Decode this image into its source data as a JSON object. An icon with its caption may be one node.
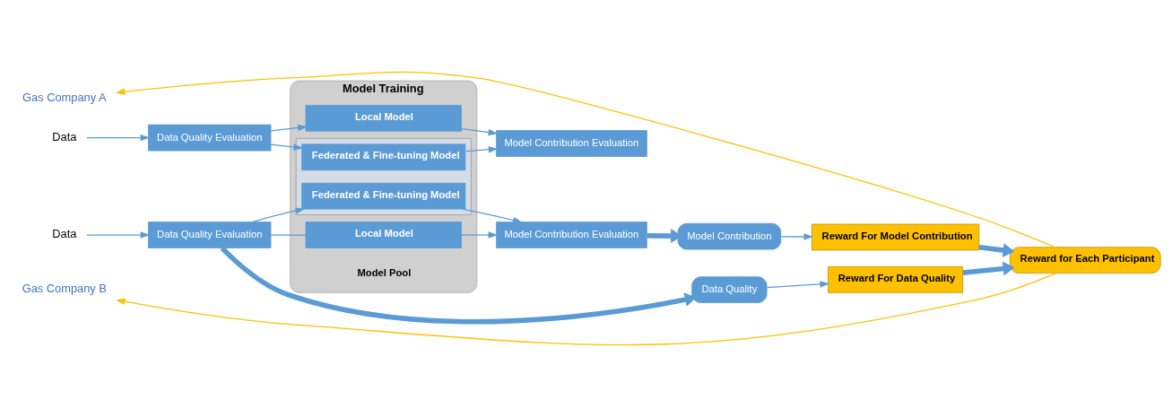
{
  "diagram": {
    "nodes": [
      {
        "text": [
          "Gas Company A"
        ]
      },
      {
        "text": [
          "Data"
        ]
      },
      {
        "text": [
          "Data Quality Evaluation"
        ]
      },
      {
        "text": [
          "Model Training",
          "Model Pool"
        ]
      },
      {
        "text": [
          "Local Model"
        ],
        "in": 3
      },
      {
        "text": [],
        "shape": "box",
        "in": 3
      },
      {
        "text": [
          "Federated & Fine-tuning Model"
        ],
        "in": 5
      },
      {
        "text": [
          "Federated & Fine-tuning Model"
        ],
        "in": 5
      },
      {
        "text": [
          "Local Model"
        ],
        "in": 3
      },
      {
        "text": [
          "Model Contribution Evaluation"
        ]
      },
      {
        "text": [
          "Gas Company B"
        ]
      },
      {
        "text": [
          "Data"
        ]
      },
      {
        "text": [
          "Data Quality Evaluation"
        ]
      },
      {
        "text": [
          "Model Contribution Evaluation"
        ]
      },
      {
        "text": [
          "Data Quality"
        ]
      },
      {
        "text": [
          "Reward For Data Quality"
        ]
      },
      {
        "text": [
          "Reward For Model Contribution"
        ]
      },
      {
        "text": [
          "Model Contribution"
        ]
      },
      {
        "text": [
          "Reward for Each Participant"
        ]
      }
    ],
    "edges": [
      {
        "from": 1,
        "to": 2,
        "arrow": "to"
      },
      {
        "from": 2,
        "to": 4,
        "arrow": "to"
      },
      {
        "from": 2,
        "to": 6,
        "arrow": "to"
      },
      {
        "from": 4,
        "to": 9,
        "arrow": "to"
      },
      {
        "from": 6,
        "to": 9,
        "arrow": "to"
      },
      {
        "from": 11,
        "to": 12,
        "arrow": "to"
      },
      {
        "from": 12,
        "to": 7,
        "arrow": "to"
      },
      {
        "from": 12,
        "to": 8,
        "arrow": "none"
      },
      {
        "from": 7,
        "to": 13,
        "arrow": "to"
      },
      {
        "from": 8,
        "to": 13,
        "arrow": "to"
      },
      {
        "from": 12,
        "to": 14,
        "arrow": "to",
        "style": "thick"
      },
      {
        "from": 13,
        "to": 17,
        "arrow": "to",
        "style": "thick"
      },
      {
        "from": 14,
        "to": 15,
        "arrow": "to"
      },
      {
        "from": 17,
        "to": 16,
        "arrow": "to"
      },
      {
        "from": 15,
        "to": 18,
        "arrow": "to",
        "style": "thick"
      },
      {
        "from": 16,
        "to": 18,
        "arrow": "to",
        "style": "thick"
      },
      {
        "from": 18,
        "to": 0,
        "arrow": "to",
        "color": "#ffc000"
      },
      {
        "from": 18,
        "to": 10,
        "arrow": "to",
        "color": "#ffc000"
      }
    ]
  }
}
